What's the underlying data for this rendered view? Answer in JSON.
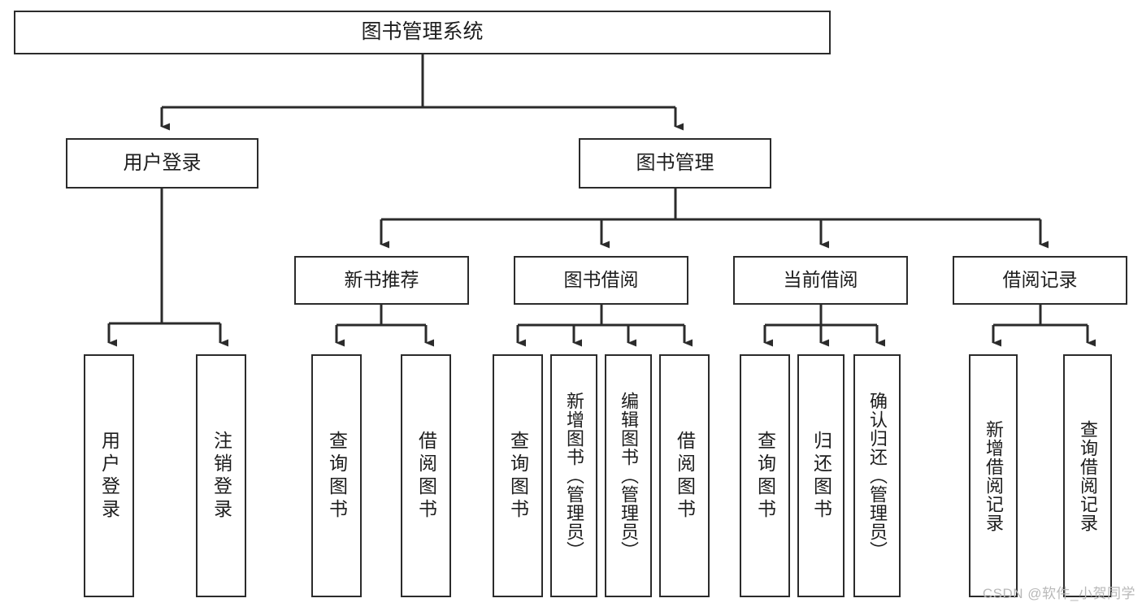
{
  "diagram": {
    "title": "图书管理系统",
    "watermark": "CSDN @软件_小贺同学",
    "colors": {
      "stroke": "#2b2b2b",
      "fill": "#ffffff",
      "text": "#1d1d1d",
      "watermark": "#b8b8b8"
    },
    "nodes": {
      "root": {
        "label": "图书管理系统"
      },
      "level1": [
        {
          "label": "用户登录"
        },
        {
          "label": "图书管理"
        }
      ],
      "level2": [
        {
          "label": "新书推荐"
        },
        {
          "label": "图书借阅"
        },
        {
          "label": "当前借阅"
        },
        {
          "label": "借阅记录"
        }
      ],
      "leaves": {
        "user_login": [
          {
            "label": "用户登录"
          },
          {
            "label": "注销登录"
          }
        ],
        "new_book": [
          {
            "label": "查询图书"
          },
          {
            "label": "借阅图书"
          }
        ],
        "book_borrow": [
          {
            "label": "查询图书"
          },
          {
            "label": "新增图书（管理员）"
          },
          {
            "label": "编辑图书（管理员）"
          },
          {
            "label": "借阅图书"
          }
        ],
        "current_borrow": [
          {
            "label": "查询图书"
          },
          {
            "label": "归还图书"
          },
          {
            "label": "确认归还（管理员）"
          }
        ],
        "borrow_record": [
          {
            "label": "新增借阅记录"
          },
          {
            "label": "查询借阅记录"
          }
        ]
      }
    }
  }
}
